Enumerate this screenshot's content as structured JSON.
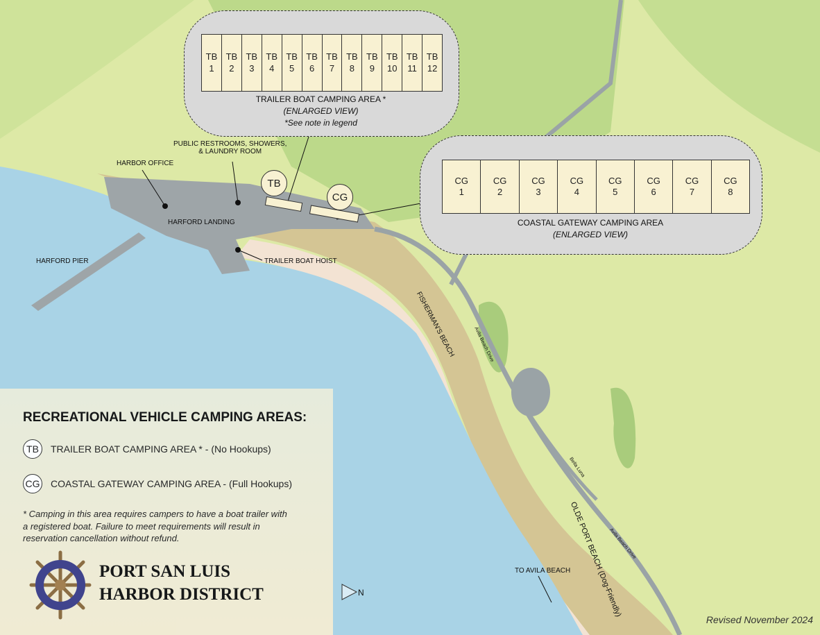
{
  "colors": {
    "water": "#a9d3e6",
    "land": "#dde9a6",
    "hill": "#a9cc7c",
    "beach": "#f3e3d3",
    "dune": "#d4c594",
    "road": "#9aa3a6",
    "harbor": "#9ea5a8",
    "cell": "#f8f1d2",
    "callout": "#d9d9d9"
  },
  "trailer_boat_callout": {
    "sites": [
      [
        "TB",
        "1"
      ],
      [
        "TB",
        "2"
      ],
      [
        "TB",
        "3"
      ],
      [
        "TB",
        "4"
      ],
      [
        "TB",
        "5"
      ],
      [
        "TB",
        "6"
      ],
      [
        "TB",
        "7"
      ],
      [
        "TB",
        "8"
      ],
      [
        "TB",
        "9"
      ],
      [
        "TB",
        "10"
      ],
      [
        "TB",
        "11"
      ],
      [
        "TB",
        "12"
      ]
    ],
    "title": "TRAILER BOAT CAMPING AREA *",
    "subtitle": "(ENLARGED VIEW)",
    "note": "*See note in legend"
  },
  "coastal_gateway_callout": {
    "sites": [
      [
        "CG",
        "1"
      ],
      [
        "CG",
        "2"
      ],
      [
        "CG",
        "3"
      ],
      [
        "CG",
        "4"
      ],
      [
        "CG",
        "5"
      ],
      [
        "CG",
        "6"
      ],
      [
        "CG",
        "7"
      ],
      [
        "CG",
        "8"
      ]
    ],
    "title": "COASTAL GATEWAY CAMPING  AREA",
    "subtitle": "(ENLARGED VIEW)"
  },
  "markers": {
    "tb": "TB",
    "cg": "CG"
  },
  "map_labels": {
    "harbor_office": "HARBOR OFFICE",
    "restrooms": [
      "PUBLIC RESTROOMS, SHOWERS,",
      "& LAUNDRY ROOM"
    ],
    "harford_landing": "HARFORD LANDING",
    "harford_pier": "HARFORD PIER",
    "trailer_boat_hoist": "TRAILER BOAT HOIST",
    "fishermans_beach": "FISHERMAN'S BEACH",
    "avila_beach_drive": "Avila Beach Drive",
    "bella_luna": "Bella Luna",
    "olde_port_beach": "OLDE PORT BEACH  (Dog-Friendly)",
    "to_avila_beach": "TO AVILA BEACH",
    "north": "N"
  },
  "legend": {
    "title": "RECREATIONAL VEHICLE CAMPING AREAS:",
    "items": [
      {
        "badge": "TB",
        "label": "TRAILER BOAT CAMPING AREA * - (No Hookups)"
      },
      {
        "badge": "CG",
        "label": "COASTAL GATEWAY CAMPING AREA - (Full Hookups)"
      }
    ],
    "note": "* Camping in this area requires campers to have a boat trailer with a registered boat. Failure to meet requirements will result in reservation cancellation without refund.",
    "logo_text": "PORT SAN LUIS HARBOR DISTRICT",
    "org_line1": "PORT SAN LUIS",
    "org_line2": "HARBOR DISTRICT"
  },
  "revised": "Revised November 2024"
}
